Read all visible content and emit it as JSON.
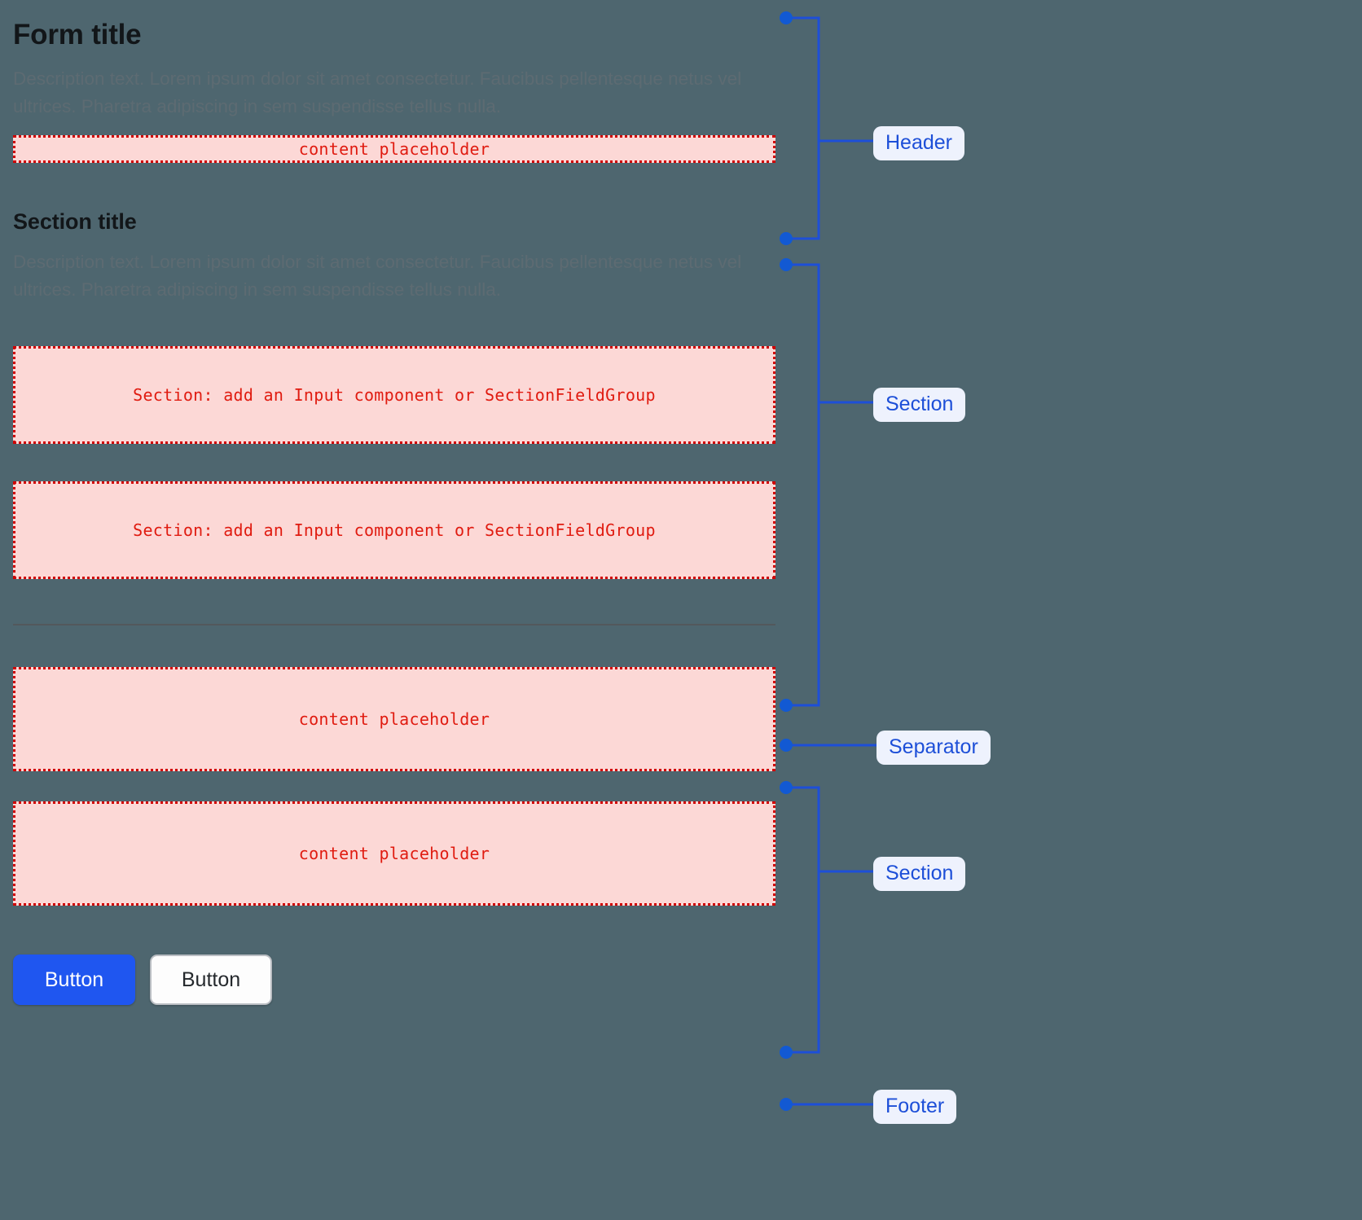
{
  "page": {
    "background_color": "#4e666f",
    "accent_blue": "#1d4fd8",
    "placeholder_fill": "#fcd8d6",
    "placeholder_border": "#d00000",
    "placeholder_text_color": "#e01b10",
    "badge_background": "#eef2fd"
  },
  "header": {
    "title": "Form title",
    "description": "Description text. Lorem ipsum dolor sit amet consectetur. Faucibus pellentesque netus vel ultrices. Pharetra adipiscing in sem suspendisse tellus nulla.",
    "placeholder": "content placeholder"
  },
  "section": {
    "title": "Section title",
    "description": "Description text. Lorem ipsum dolor sit amet consectetur. Faucibus pellentesque netus vel ultrices. Pharetra adipiscing in sem suspendisse tellus nulla.",
    "field_placeholder_1": "Section: add an Input component or SectionFieldGroup",
    "field_placeholder_2": "Section: add an Input component or SectionFieldGroup"
  },
  "section_two": {
    "placeholder_1": "content placeholder",
    "placeholder_2": "content placeholder"
  },
  "footer": {
    "primary_button": "Button",
    "secondary_button": "Button"
  },
  "annotations": {
    "header": "Header",
    "section_one": "Section",
    "separator": "Separator",
    "section_two": "Section",
    "footer": "Footer"
  }
}
